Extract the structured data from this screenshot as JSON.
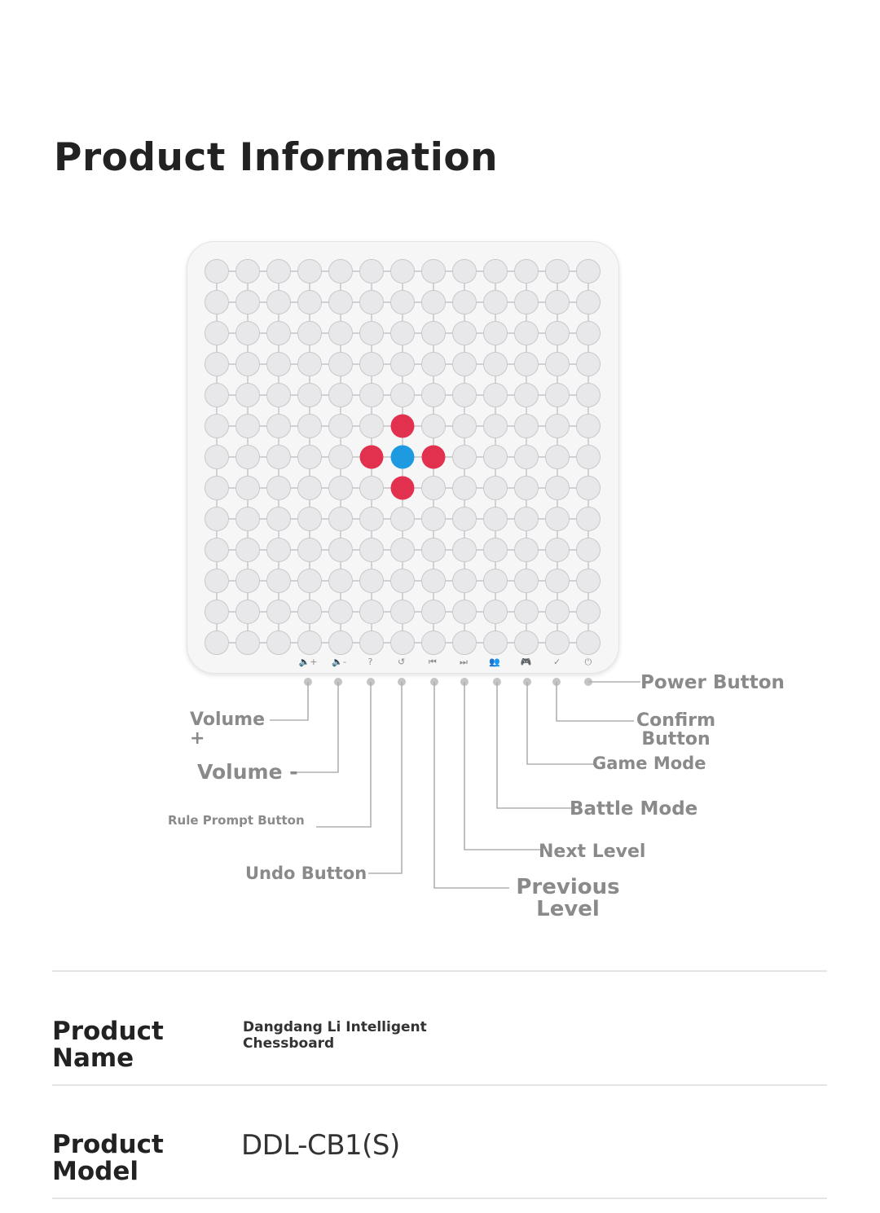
{
  "heading": "Product Information",
  "board": {
    "grid_rows": 13,
    "grid_cols": 13,
    "colors": {
      "empty_cell": "#e8e8eb",
      "red_piece": "#e2304f",
      "blue_piece": "#1e9be0",
      "line": "#b9b9bd"
    },
    "lit_cells": [
      {
        "row": 5,
        "col": 6,
        "color": "red"
      },
      {
        "row": 6,
        "col": 5,
        "color": "red"
      },
      {
        "row": 6,
        "col": 6,
        "color": "blue"
      },
      {
        "row": 6,
        "col": 7,
        "color": "red"
      },
      {
        "row": 7,
        "col": 6,
        "color": "red"
      }
    ],
    "buttons": [
      {
        "name": "volume-up-button",
        "icon": "volume-up-icon",
        "glyph": "🔈+"
      },
      {
        "name": "volume-down-button",
        "icon": "volume-down-icon",
        "glyph": "🔈-"
      },
      {
        "name": "rule-prompt-button",
        "icon": "hint-icon",
        "glyph": "?"
      },
      {
        "name": "undo-button",
        "icon": "undo-icon",
        "glyph": "↺"
      },
      {
        "name": "previous-level-button",
        "icon": "skip-back-icon",
        "glyph": "⏮"
      },
      {
        "name": "next-level-button",
        "icon": "skip-forward-icon",
        "glyph": "⏭"
      },
      {
        "name": "battle-mode-button",
        "icon": "users-icon",
        "glyph": "👥"
      },
      {
        "name": "game-mode-button",
        "icon": "gamepad-icon",
        "glyph": "🎮"
      },
      {
        "name": "confirm-button",
        "icon": "check-icon",
        "glyph": "✓"
      },
      {
        "name": "power-button",
        "icon": "power-icon",
        "glyph": "⏻"
      }
    ]
  },
  "callouts": {
    "volume_plus": "Volume +",
    "volume_minus": "Volume -",
    "rule_prompt": "Rule Prompt Button",
    "undo": "Undo Button",
    "previous_level": "Previous Level",
    "next_level": "Next Level",
    "battle_mode": "Battle Mode",
    "game_mode": "Game Mode",
    "confirm": "Confirm Button",
    "power": "Power Button"
  },
  "specs": {
    "name_label": "Product Name",
    "name_value": "Dangdang Li Intelligent Chessboard",
    "model_label": "Product Model",
    "model_value": "DDL-CB1(S)"
  }
}
